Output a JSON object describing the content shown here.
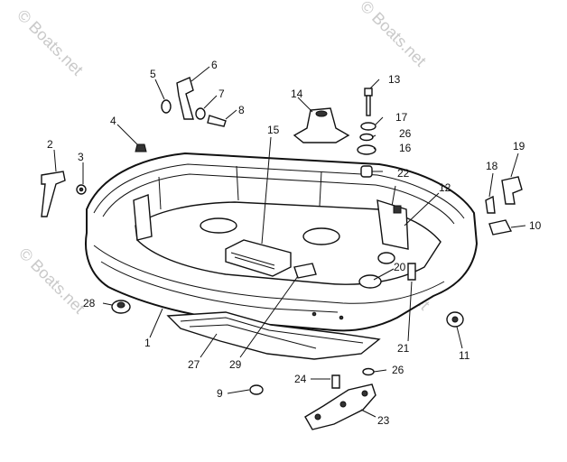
{
  "watermark": "© Boats.net",
  "callouts": [
    "1",
    "2",
    "3",
    "4",
    "5",
    "6",
    "7",
    "8",
    "9",
    "10",
    "11",
    "12",
    "13",
    "14",
    "15",
    "16",
    "17",
    "18",
    "19",
    "20",
    "21",
    "22",
    "23",
    "24",
    "26",
    "26",
    "27",
    "28",
    "29"
  ]
}
